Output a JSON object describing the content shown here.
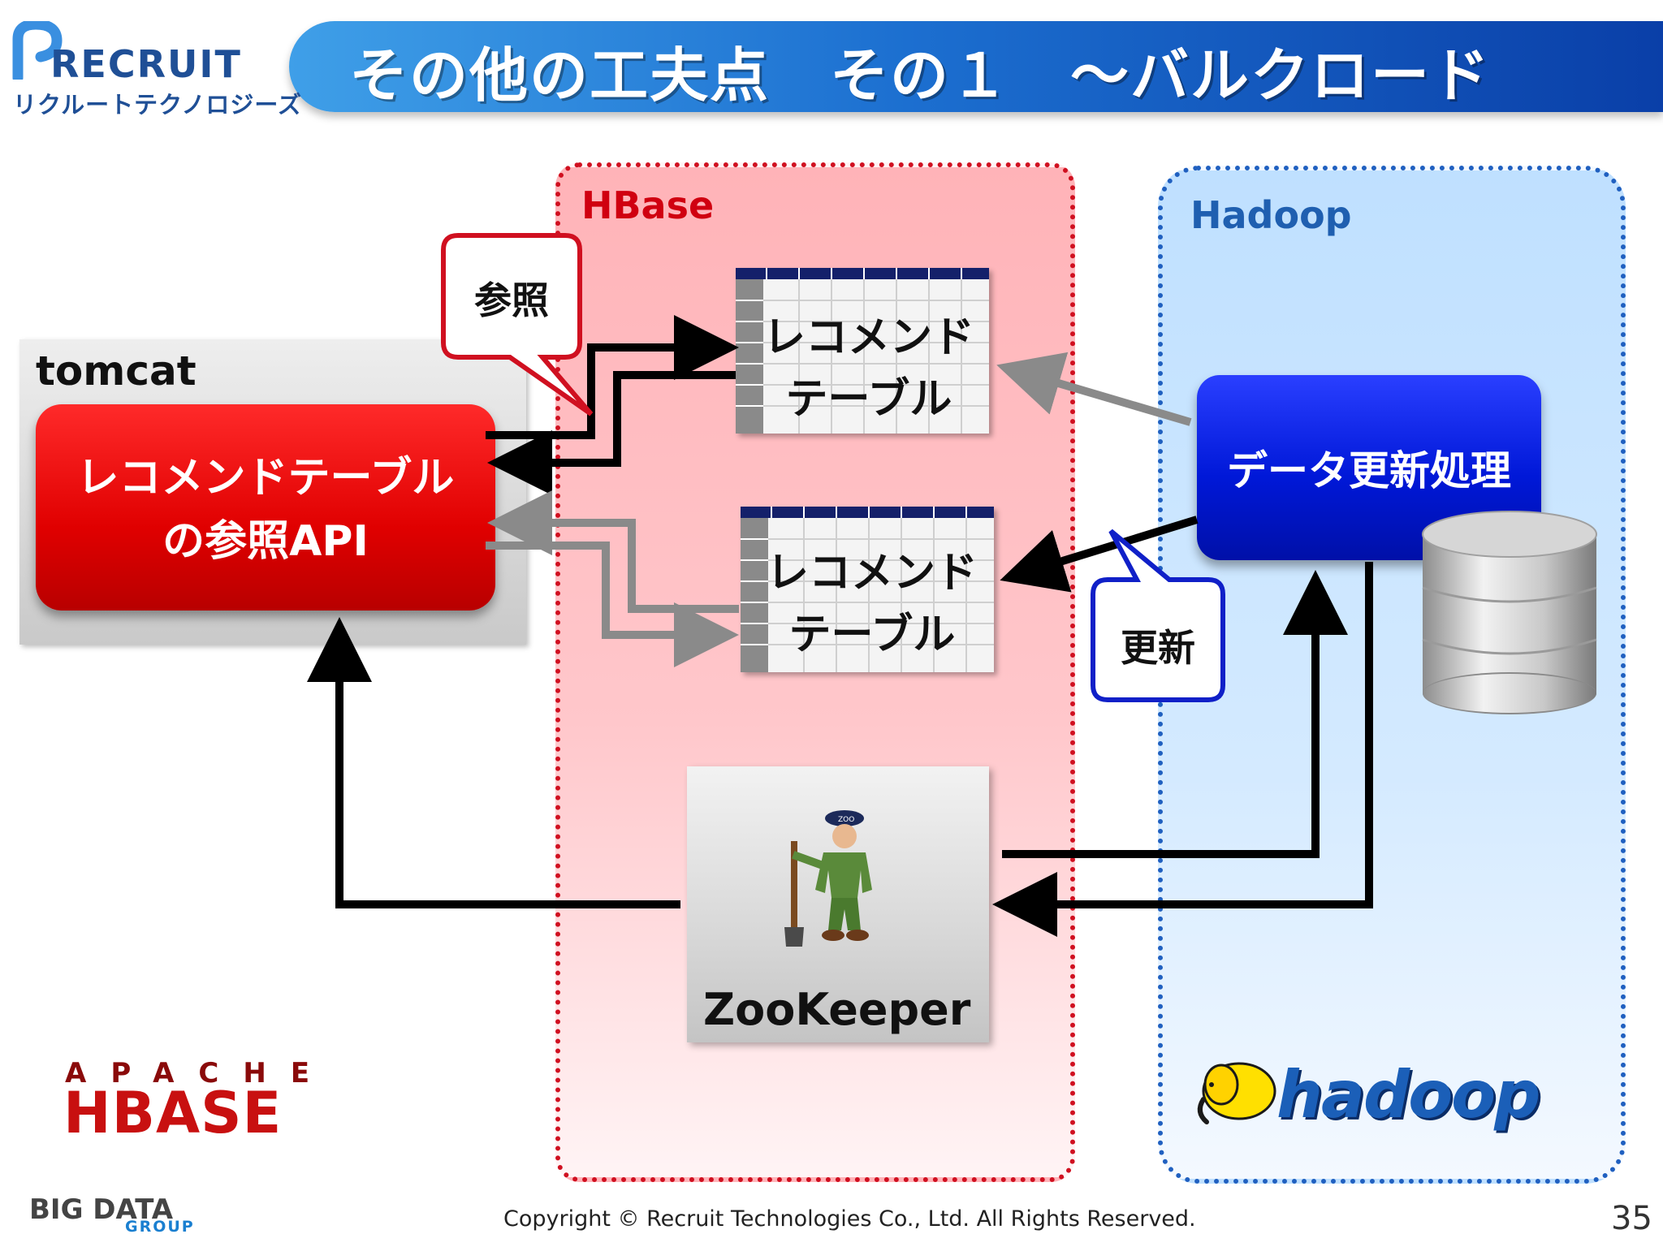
{
  "header": {
    "title": "その他の工夫点　その１　～バルクロード",
    "logo_company": "RECRUIT",
    "logo_subtitle": "リクルートテクノロジーズ"
  },
  "regions": {
    "hbase_label": "HBase",
    "hadoop_label": "Hadoop"
  },
  "tomcat": {
    "label": "tomcat",
    "api_line1": "レコメンドテーブル",
    "api_line2": "の参照API"
  },
  "tables": [
    {
      "line1": "レコメンド",
      "line2": "テーブル"
    },
    {
      "line1": "レコメンド",
      "line2": "テーブル"
    }
  ],
  "process": {
    "label": "データ更新処理"
  },
  "callouts": {
    "reference": "参照",
    "update": "更新"
  },
  "zookeeper": {
    "label": "ZooKeeper",
    "cap_text": "ZOO"
  },
  "logos": {
    "apache_small": "APACHE",
    "apache_big": "HBASE",
    "bigdata": "BIG DATA",
    "bigdata_group": "GROUP",
    "hadoop": "hadoop"
  },
  "footer": {
    "copyright": "Copyright © Recruit Technologies Co., Ltd. All Rights Reserved.",
    "page_number": "35"
  },
  "colors": {
    "title_bar": "#1c6fd0",
    "hbase_border": "#d01020",
    "hadoop_border": "#2060c0",
    "api_box": "#e00000",
    "process_box": "#0018d8"
  }
}
